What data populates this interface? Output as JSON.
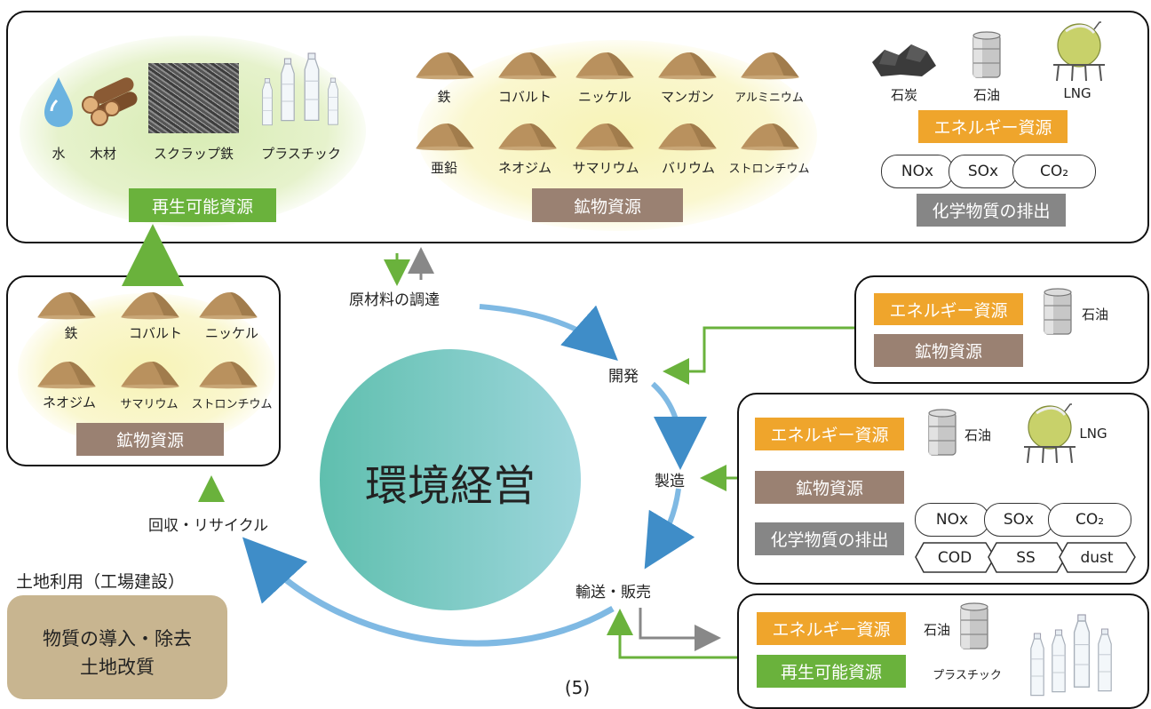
{
  "top_panel": {
    "renewable": {
      "items": [
        "水",
        "木材",
        "スクラップ鉄",
        "プラスチック"
      ],
      "tag": "再生可能資源"
    },
    "minerals": {
      "row1": [
        "鉄",
        "コバルト",
        "ニッケル",
        "マンガン",
        "アルミニウム"
      ],
      "row2": [
        "亜鉛",
        "ネオジム",
        "サマリウム",
        "バリウム",
        "ストロンチウム"
      ],
      "tag": "鉱物資源"
    },
    "energy": {
      "items": [
        "石炭",
        "石油",
        "LNG"
      ],
      "tag": "エネルギー資源",
      "emissions": [
        "NOx",
        "SOx",
        "CO₂"
      ],
      "emission_tag": "化学物質の排出"
    }
  },
  "recycle_panel": {
    "row1": [
      "鉄",
      "コバルト",
      "ニッケル"
    ],
    "row2": [
      "ネオジム",
      "サマリウム",
      "ストロンチウム"
    ],
    "tag": "鉱物資源"
  },
  "cycle": {
    "center": "環境経営",
    "steps": {
      "procurement": "原材料の調達",
      "development": "開発",
      "manufacturing": "製造",
      "transport": "輸送・販売",
      "recycle": "回収・リサイクル"
    }
  },
  "dev_panel": {
    "energy_tag": "エネルギー資源",
    "mineral_tag": "鉱物資源",
    "oil": "石油"
  },
  "mfg_panel": {
    "energy_tag": "エネルギー資源",
    "oil": "石油",
    "lng": "LNG",
    "mineral_tag": "鉱物資源",
    "emission_tag": "化学物質の排出",
    "emissions": [
      "NOx",
      "SOx",
      "CO₂"
    ],
    "discharges": [
      "COD",
      "SS",
      "dust"
    ]
  },
  "transport_panel": {
    "energy_tag": "エネルギー資源",
    "oil": "石油",
    "renewable_tag": "再生可能資源",
    "plastic": "プラスチック"
  },
  "land_use": {
    "title": "土地利用（工場建設）",
    "line1": "物質の導入・除去",
    "line2": "土地改質"
  },
  "page_number": "(5)",
  "colors": {
    "orange": "#efa52c",
    "brown": "#9a8172",
    "gray": "#868686",
    "green": "#6ab23c",
    "circle": "#7ecfc4",
    "arrow_blue": "#6aaad8",
    "land_box": "#c8b590"
  }
}
